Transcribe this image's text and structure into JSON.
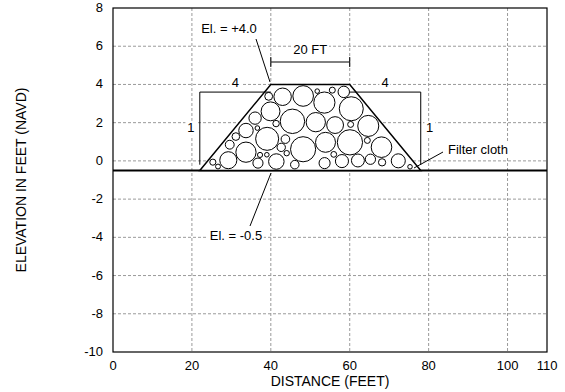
{
  "diagram": {
    "labels": [
      "ELEVATION IN FEET (NAVD)",
      "DISTANCE (FEET)",
      "8",
      "6",
      "4",
      "2",
      "0",
      "-2",
      "-4",
      "-6",
      "-8",
      "-10",
      "0",
      "20",
      "40",
      "60",
      "80",
      "100",
      "110",
      "El. = +4.0",
      "20 FT",
      "4",
      "4",
      "1",
      "1",
      "El. = -0.5",
      "Filter cloth"
    ]
  }
}
